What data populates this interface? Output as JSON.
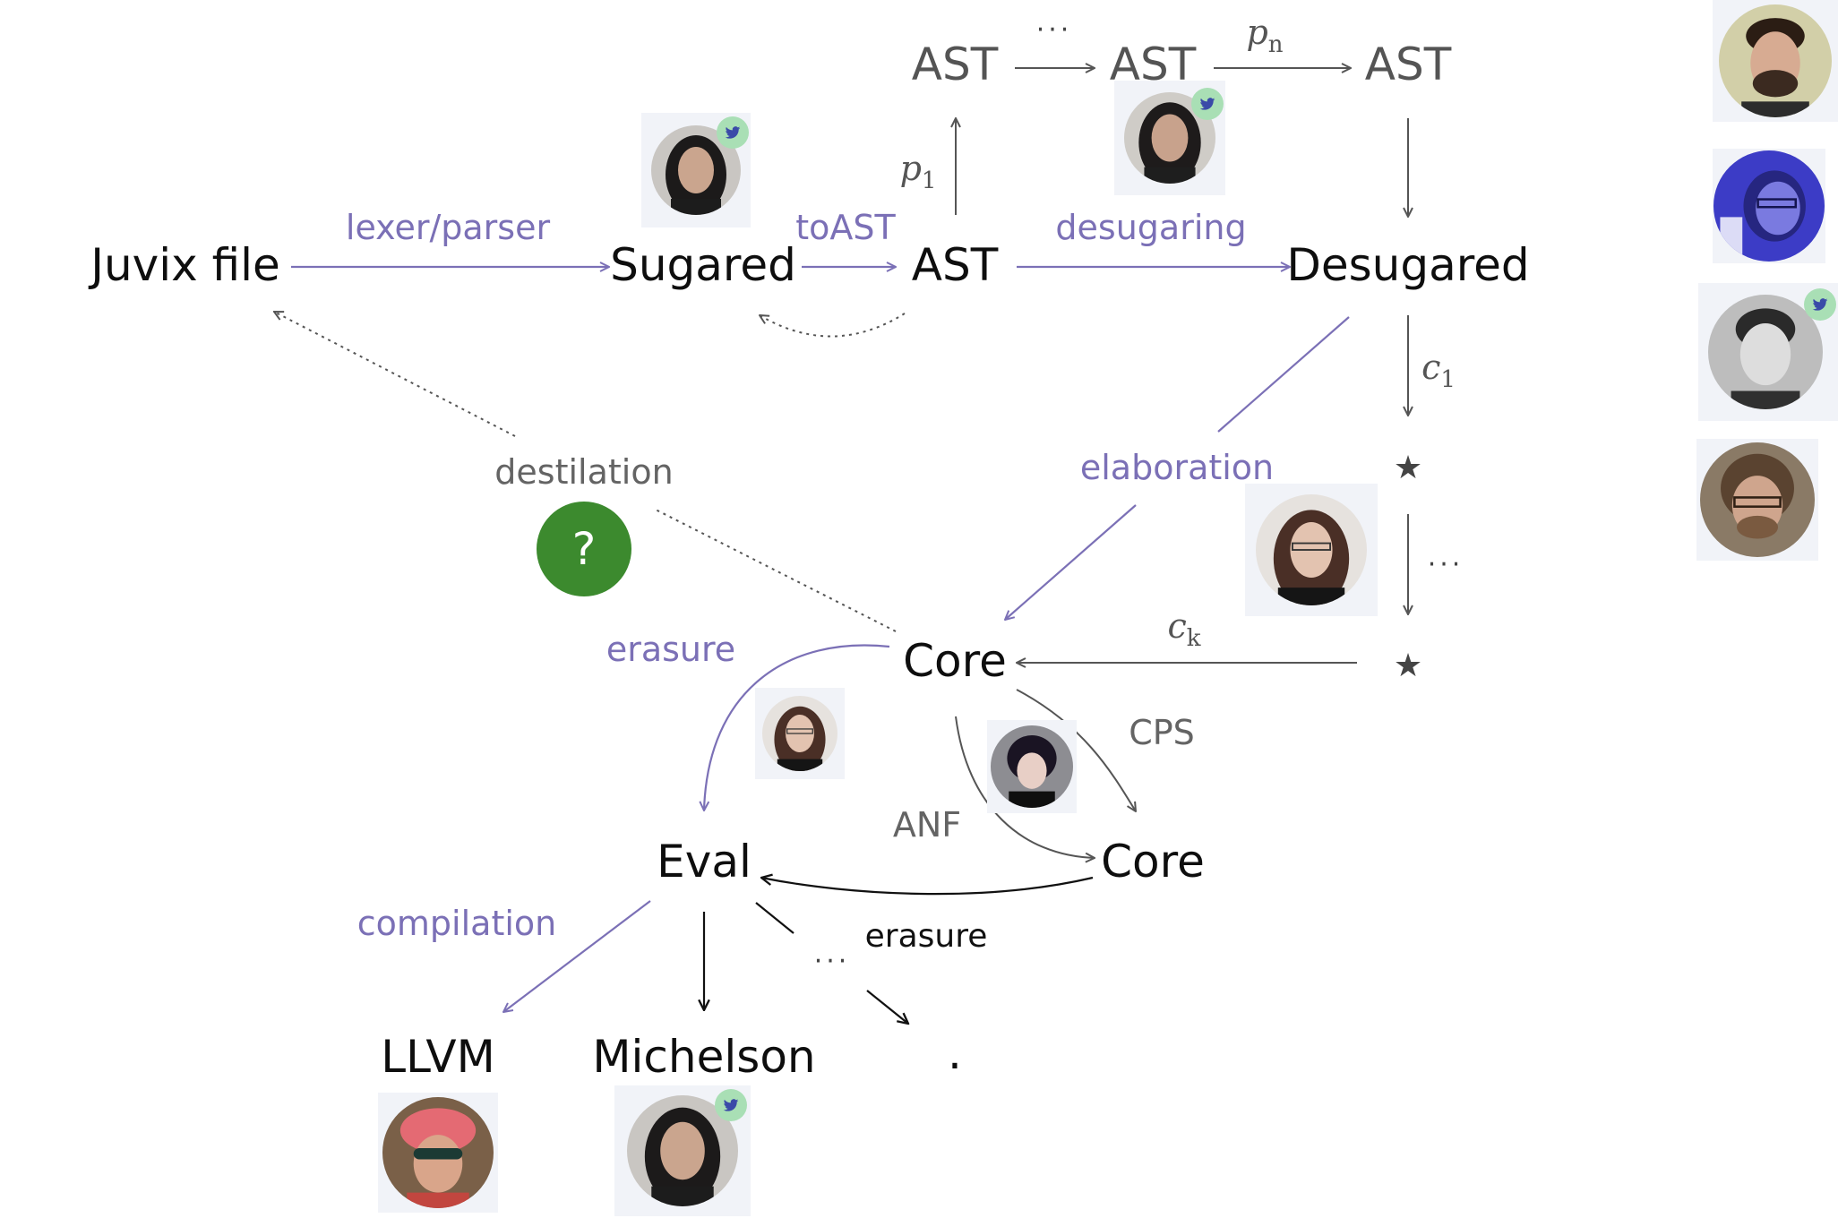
{
  "nodes": {
    "juvix_file": "Juvix file",
    "sugared": "Sugared",
    "ast_main": "AST",
    "desugared": "Desugared",
    "ast_top_1": "AST",
    "ast_top_2": "AST",
    "ast_top_3": "AST",
    "core_1": "Core",
    "core_2": "Core",
    "eval": "Eval",
    "llvm": "LLVM",
    "michelson": "Michelson",
    "star_1": "★",
    "star_2": "★",
    "dot": "."
  },
  "edge_labels": {
    "lexer_parser": "lexer/parser",
    "to_ast": "toAST",
    "desugaring": "desugaring",
    "elaboration": "elaboration",
    "destilation": "destilation",
    "erasure_1": "erasure",
    "erasure_2": "erasure",
    "cps": "CPS",
    "anf": "ANF",
    "compilation": "compilation",
    "top_dots": "···",
    "right_dots": "···",
    "bottom_dots": "···",
    "p1": {
      "base": "p",
      "sub": "1"
    },
    "pn": {
      "base": "p",
      "sub": "n"
    },
    "c1": {
      "base": "c",
      "sub": "1"
    },
    "ck": {
      "base": "c",
      "sub": "k"
    }
  },
  "unknown_badge": "?",
  "colors": {
    "purple": "#7b70b6",
    "gray_arrow": "#555555",
    "black": "#111111",
    "badge_green": "#3c8a2e",
    "twitter_badge": "#a9dfb5",
    "twitter_bird": "#3a4aa8"
  },
  "avatars": [
    {
      "id": "avatar-sugared",
      "twitter": true
    },
    {
      "id": "avatar-ast-top",
      "twitter": true
    },
    {
      "id": "avatar-elaboration",
      "twitter": false
    },
    {
      "id": "avatar-erasure",
      "twitter": false
    },
    {
      "id": "avatar-core-anf",
      "twitter": false
    },
    {
      "id": "avatar-llvm",
      "twitter": false
    },
    {
      "id": "avatar-michelson",
      "twitter": true
    },
    {
      "id": "avatar-side-1",
      "twitter": false
    },
    {
      "id": "avatar-side-2",
      "twitter": false
    },
    {
      "id": "avatar-side-3",
      "twitter": true
    },
    {
      "id": "avatar-side-4",
      "twitter": false
    }
  ]
}
